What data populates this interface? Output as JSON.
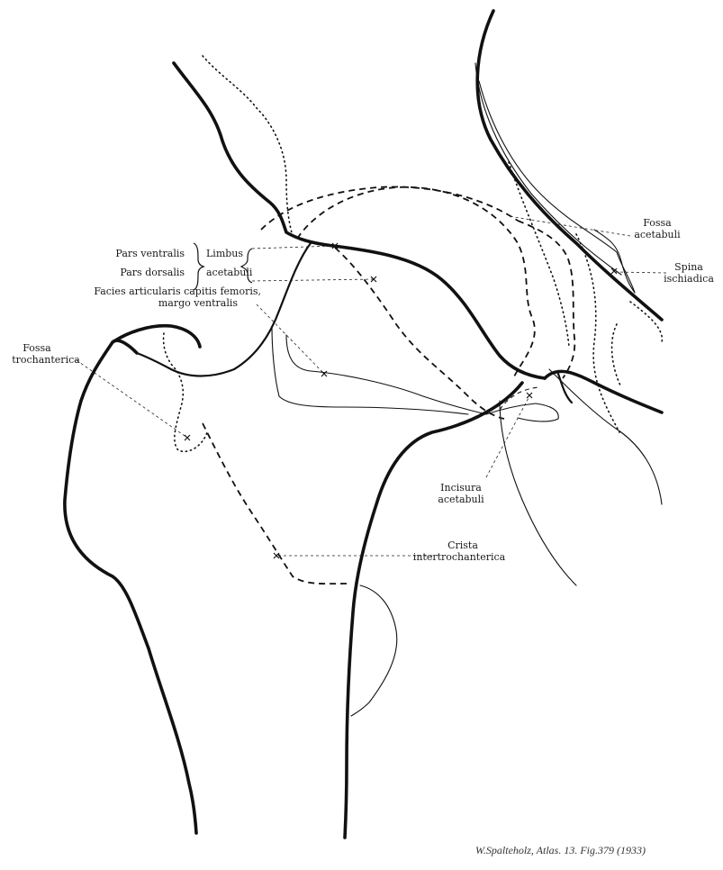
{
  "labels": {
    "pars_ventralis": "Pars ventralis",
    "pars_dorsalis": "Pars dorsalis",
    "limbus": "Limbus",
    "acetabuli": "acetabuli",
    "facies_line1": "Facies articularis capitis femoris,",
    "facies_line2": "margo ventralis",
    "fossa_troch_line1": "Fossa",
    "fossa_troch_line2": "trochanterica",
    "fossa_acet_line1": "Fossa",
    "fossa_acet_line2": "acetabuli",
    "spina_line1": "Spina",
    "spina_line2": "ischiadica",
    "incisura_line1": "Incisura",
    "incisura_line2": "acetabuli",
    "crista_line1": "Crista",
    "crista_line2": "intertrochanterica"
  },
  "credit": "W.Spalteholz, Atlas. 13. Fig.379 (1933)"
}
